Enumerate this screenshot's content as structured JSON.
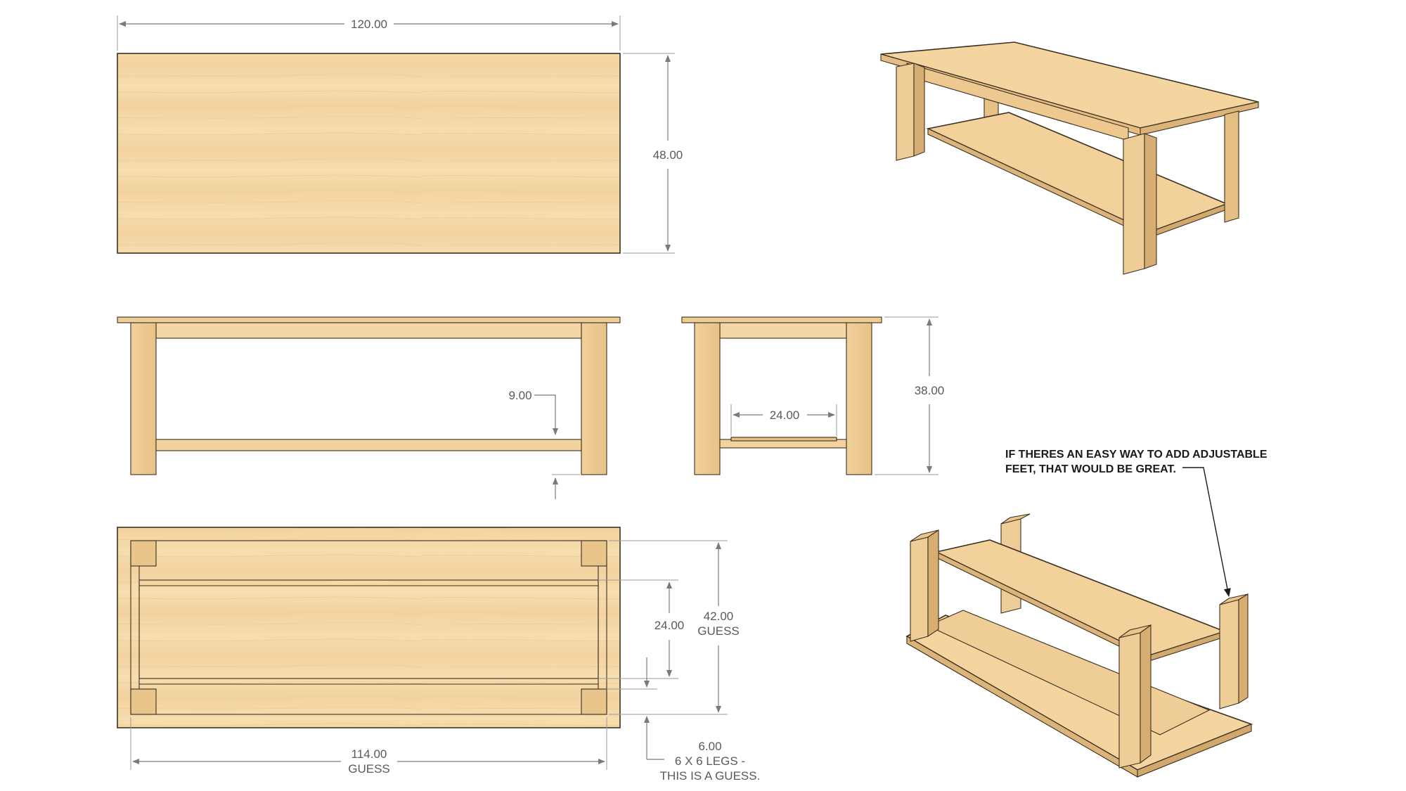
{
  "colors": {
    "wood_light": "#f6dcae",
    "wood_mid": "#efcd96",
    "wood_dark": "#d9b27a",
    "edge": "#3b3022",
    "dimension": "#7a7a7a"
  },
  "dimensions": {
    "top_length": "120.00",
    "top_width": "48.00",
    "shelf_height": "9.00",
    "table_height": "38.00",
    "end_span": "24.00",
    "bottom_span": "24.00",
    "leg_width": "42.00",
    "leg_width_note": "GUESS",
    "leg_length": "114.00",
    "leg_length_note": "GUESS",
    "leg_size": "6.00",
    "leg_size_note_1": "6 X 6 LEGS -",
    "leg_size_note_2": "THIS IS A GUESS."
  },
  "note": {
    "line1": "IF THERES AN EASY WAY TO ADD ADJUSTABLE",
    "line2": "FEET, THAT WOULD BE GREAT."
  }
}
